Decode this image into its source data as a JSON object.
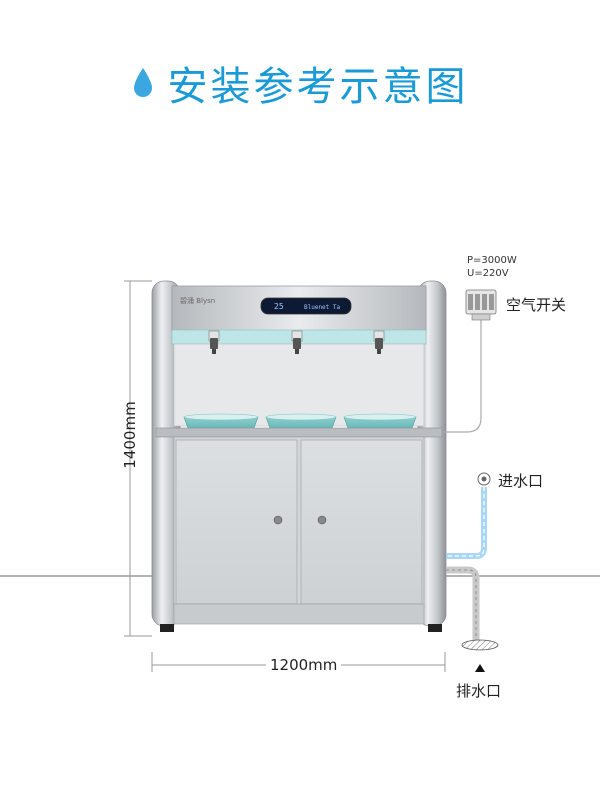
{
  "title": "安装参考示意图",
  "power_spec": {
    "power": "P=3000W",
    "voltage": "U=220V"
  },
  "labels": {
    "air_switch": "空气开关",
    "water_inlet": "进水口",
    "drain_outlet": "排水口"
  },
  "dimensions": {
    "height": "1400mm",
    "width": "1200mm"
  },
  "machine": {
    "brand": "碧涌 Blysn",
    "display_left": "25",
    "display_right": "Bluenet Ta"
  },
  "icons": {
    "title": "water-drop-icon"
  },
  "colors": {
    "accent": "#1a9ad6",
    "panel_band": "#bfe6e6",
    "inlet_pipe": "#a9d7f5",
    "drain_pipe": "#c9c9c9"
  }
}
